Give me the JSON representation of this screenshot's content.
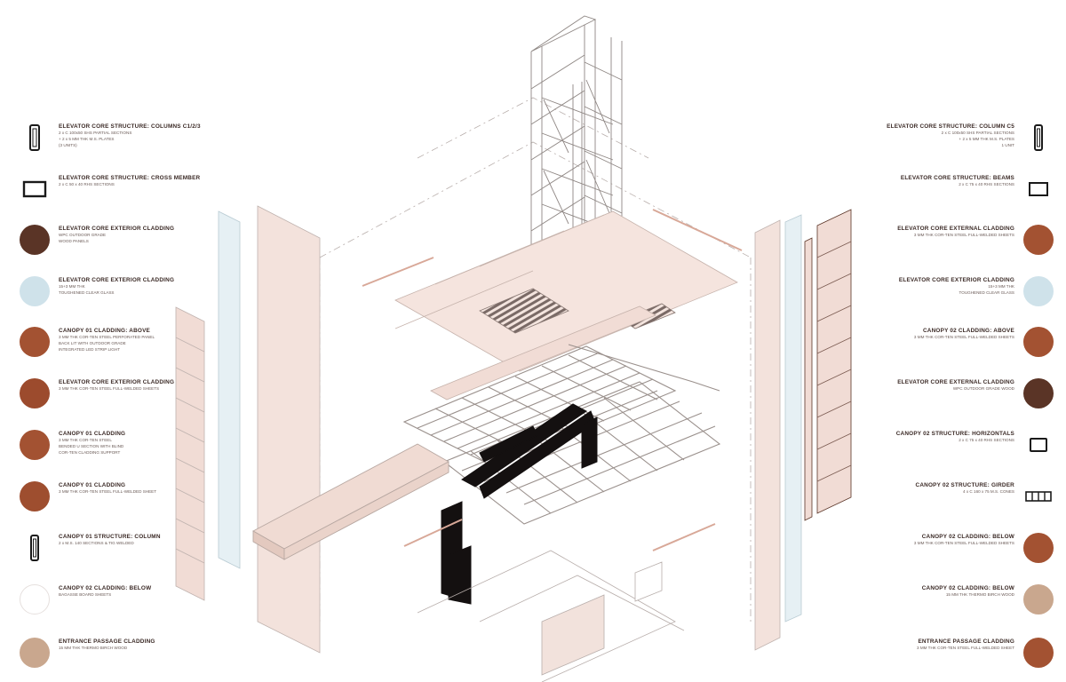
{
  "colors": {
    "rust": "#a35232",
    "dark_wood": "#5a3426",
    "glass": "#cfe2ea",
    "pink_panel": "#f1dcd5",
    "birch": "#c9a78e",
    "ink": "#3b2a26"
  },
  "legend_left": [
    {
      "swatch": "icon-column",
      "title": "ELEVATOR CORE STRUCTURE: COLUMNS C1/2/3",
      "lines": [
        "2 x C 100x50 SHS PARTIAL SECTIONS",
        "+ 2 x 5 MM THK M.S. PLATES",
        "(3 UNITS)"
      ]
    },
    {
      "swatch": "icon-cross",
      "title": "ELEVATOR CORE STRUCTURE: CROSS MEMBER",
      "lines": [
        "2 x C 50 x 40 RHS SECTIONS"
      ]
    },
    {
      "swatch": "dark_wood",
      "title": "ELEVATOR CORE EXTERIOR CLADDING",
      "lines": [
        "WPC OUTDOOR GRADE",
        "WOOD PANELS"
      ]
    },
    {
      "swatch": "glass",
      "title": "ELEVATOR CORE EXTERIOR CLADDING",
      "lines": [
        "15+3 MM THK",
        "TOUGHENED CLEAR GLASS"
      ]
    },
    {
      "swatch": "rust",
      "title": "CANOPY 01 CLADDING: ABOVE",
      "lines": [
        "3 MM THK COR-TEN STEEL PERFORATED PANEL",
        "BACK LIT WITH OUTDOOR GRADE",
        "INTEGRATED LED STRIP LIGHT"
      ]
    },
    {
      "swatch": "rust",
      "title": "ELEVATOR CORE EXTERIOR CLADDING",
      "lines": [
        "3 MM THK COR-TEN STEEL FULL-WELDED SHEETS"
      ]
    },
    {
      "swatch": "rust",
      "title": "CANOPY 01 CLADDING",
      "lines": [
        "3 MM THK COR-TEN STEEL",
        "BENDED U SECTION WITH BLIND",
        "COR-TEN CLADDING SUPPORT"
      ]
    },
    {
      "swatch": "rust",
      "title": "CANOPY 01 CLADDING",
      "lines": [
        "3 MM THK COR-TEN STEEL FULL-WELDED SHEET"
      ]
    },
    {
      "swatch": "icon-column",
      "title": "CANOPY 01 STRUCTURE: COLUMN",
      "lines": [
        "2 x M.S. 140 SECTIONS & TIG WELDED"
      ]
    },
    {
      "swatch": "white",
      "title": "CANOPY 02 CLADDING: BELOW",
      "lines": [
        "BAGASSE BOARD SHEETS"
      ]
    },
    {
      "swatch": "birch",
      "title": "ENTRANCE PASSAGE CLADDING",
      "lines": [
        "15 MM THK THERMO BIRCH WOOD"
      ]
    }
  ],
  "legend_right": [
    {
      "swatch": "icon-column",
      "title": "ELEVATOR CORE STRUCTURE: COLUMN C5",
      "lines": [
        "2 x C 100x50 SHS PARTIAL SECTIONS",
        "+ 2 x 5 MM THK M.S. PLATES",
        "1 UNIT"
      ]
    },
    {
      "swatch": "icon-cross",
      "title": "ELEVATOR CORE STRUCTURE: BEAMS",
      "lines": [
        "2 x C 75 x 40 RHS SECTIONS"
      ]
    },
    {
      "swatch": "rust",
      "title": "ELEVATOR CORE EXTERNAL CLADDING",
      "lines": [
        "3 MM THK COR-TEN STEEL FULL-WELDED SHEETS"
      ]
    },
    {
      "swatch": "glass",
      "title": "ELEVATOR CORE EXTERIOR CLADDING",
      "lines": [
        "15+3 MM THK",
        "TOUGHENED CLEAR GLASS"
      ]
    },
    {
      "swatch": "rust",
      "title": "CANOPY 02 CLADDING: ABOVE",
      "lines": [
        "3 MM THK COR-TEN STEEL FULL-WELDED SHEETS"
      ]
    },
    {
      "swatch": "dark_wood",
      "title": "ELEVATOR CORE EXTERNAL CLADDING",
      "lines": [
        "WPC OUTDOOR GRADE WOOD"
      ]
    },
    {
      "swatch": "icon-cross",
      "title": "CANOPY 02 STRUCTURE: HORIZONTALS",
      "lines": [
        "2 x C 75 x 40 RHS SECTIONS"
      ]
    },
    {
      "swatch": "icon-girder",
      "title": "CANOPY 02 STRUCTURE: GIRDER",
      "lines": [
        "4 x C 160 x 75 M.S. CONES"
      ]
    },
    {
      "swatch": "rust",
      "title": "CANOPY 02 CLADDING: BELOW",
      "lines": [
        "3 MM THK COR-TEN STEEL FULL-WELDED SHEETS"
      ]
    },
    {
      "swatch": "birch",
      "title": "CANOPY 02 CLADDING: BELOW",
      "lines": [
        "15 MM THK THERMO BIRCH WOOD"
      ]
    },
    {
      "swatch": "rust",
      "title": "ENTRANCE PASSAGE CLADDING",
      "lines": [
        "3 MM THK COR-TEN STEEL FULL-WELDED SHEET"
      ]
    }
  ]
}
